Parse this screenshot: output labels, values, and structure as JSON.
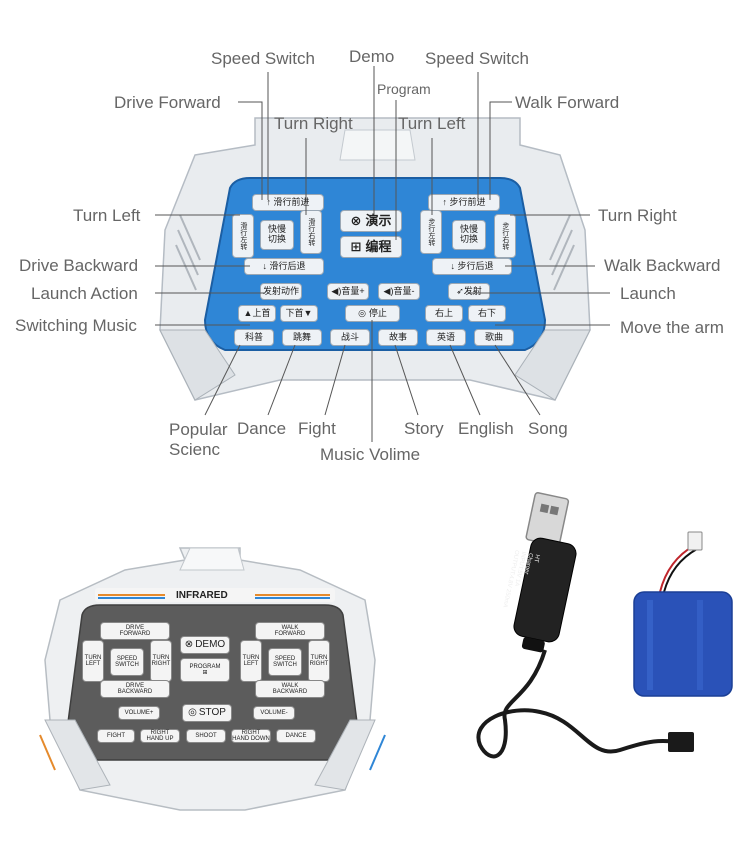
{
  "top_labels": {
    "speed_switch_left": "Speed Switch",
    "demo": "Demo",
    "speed_switch_right": "Speed Switch",
    "program": "Program",
    "drive_forward": "Drive Forward",
    "walk_forward": "Walk Forward",
    "turn_right_left_pad": "Turn Right",
    "turn_left_right_pad": "Turn Left",
    "turn_left": "Turn Left",
    "turn_right": "Turn Right",
    "drive_backward": "Drive Backward",
    "walk_backward": "Walk Backward",
    "launch_action": "Launch Action",
    "launch": "Launch",
    "switching_music": "Switching Music",
    "move_the_arm": "Move the arm",
    "popular_science": "Popular\nScienc",
    "dance": "Dance",
    "fight": "Fight",
    "story": "Story",
    "english": "English",
    "song": "Song",
    "music_volume": "Music Volime"
  },
  "remote_cn": {
    "drive_forward": "↑ 滑行前进",
    "walk_forward": "↑ 步行前进",
    "demo": "演示",
    "program": "编程",
    "speed_left": "快慢\n切换",
    "speed_right": "快慢\n切换",
    "turn_left_l": "滑行左转",
    "turn_right_l": "滑行右转",
    "turn_left_r": "步行左转",
    "turn_right_r": "步行右转",
    "drive_backward": "↓ 滑行后退",
    "walk_backward": "↓ 步行后退",
    "launch_action": "发射动作",
    "volume_up": "音量+",
    "volume_down": "音量-",
    "launch": "发射",
    "song_up": "▲上首",
    "song_down": "下首▼",
    "stop": "停止",
    "arm_up": "右上",
    "arm_down": "右下",
    "science": "科普",
    "dance": "跳舞",
    "fight": "战斗",
    "story": "故事",
    "english": "英语",
    "song": "歌曲"
  },
  "remote_en": {
    "brand": "INFRARED",
    "drive_forward": "DRIVE\nFORWARD",
    "walk_forward": "WALK\nFORWARD",
    "demo": "DEMO",
    "program": "PROGRAM",
    "speed_l": "SPEED\nSWITCH",
    "speed_r": "SPEED\nSWITCH",
    "turn_left_l": "TURN\nLEFT",
    "turn_right_l": "TURN\nRIGHT",
    "turn_left_r": "TURN\nLEFT",
    "turn_right_r": "TURN\nRIGHT",
    "drive_backward": "DRIVE\nBACKWARD",
    "walk_backward": "WALK\nBACKWARD",
    "volume_up": "VOLUME+",
    "stop": "STOP",
    "volume_down": "VOLUME-",
    "fight": "FIGHT",
    "right_hand_up": "RIGHT\nHAND UP",
    "shoot": "SHOOT",
    "right_hand_down": "RIGHT\nHAND DOWN",
    "dance": "DANCE"
  },
  "cable": {
    "line1": "HT",
    "line2": "Charger",
    "line3": "INPUT:5V 1A",
    "line4": "OUTPUT:4.8V 250mA"
  },
  "colors": {
    "remote_blue": "#2f86d6",
    "remote_gray": "#5c5c5c",
    "battery_blue": "#2a52b8",
    "cable_black": "#1a1a1a"
  }
}
